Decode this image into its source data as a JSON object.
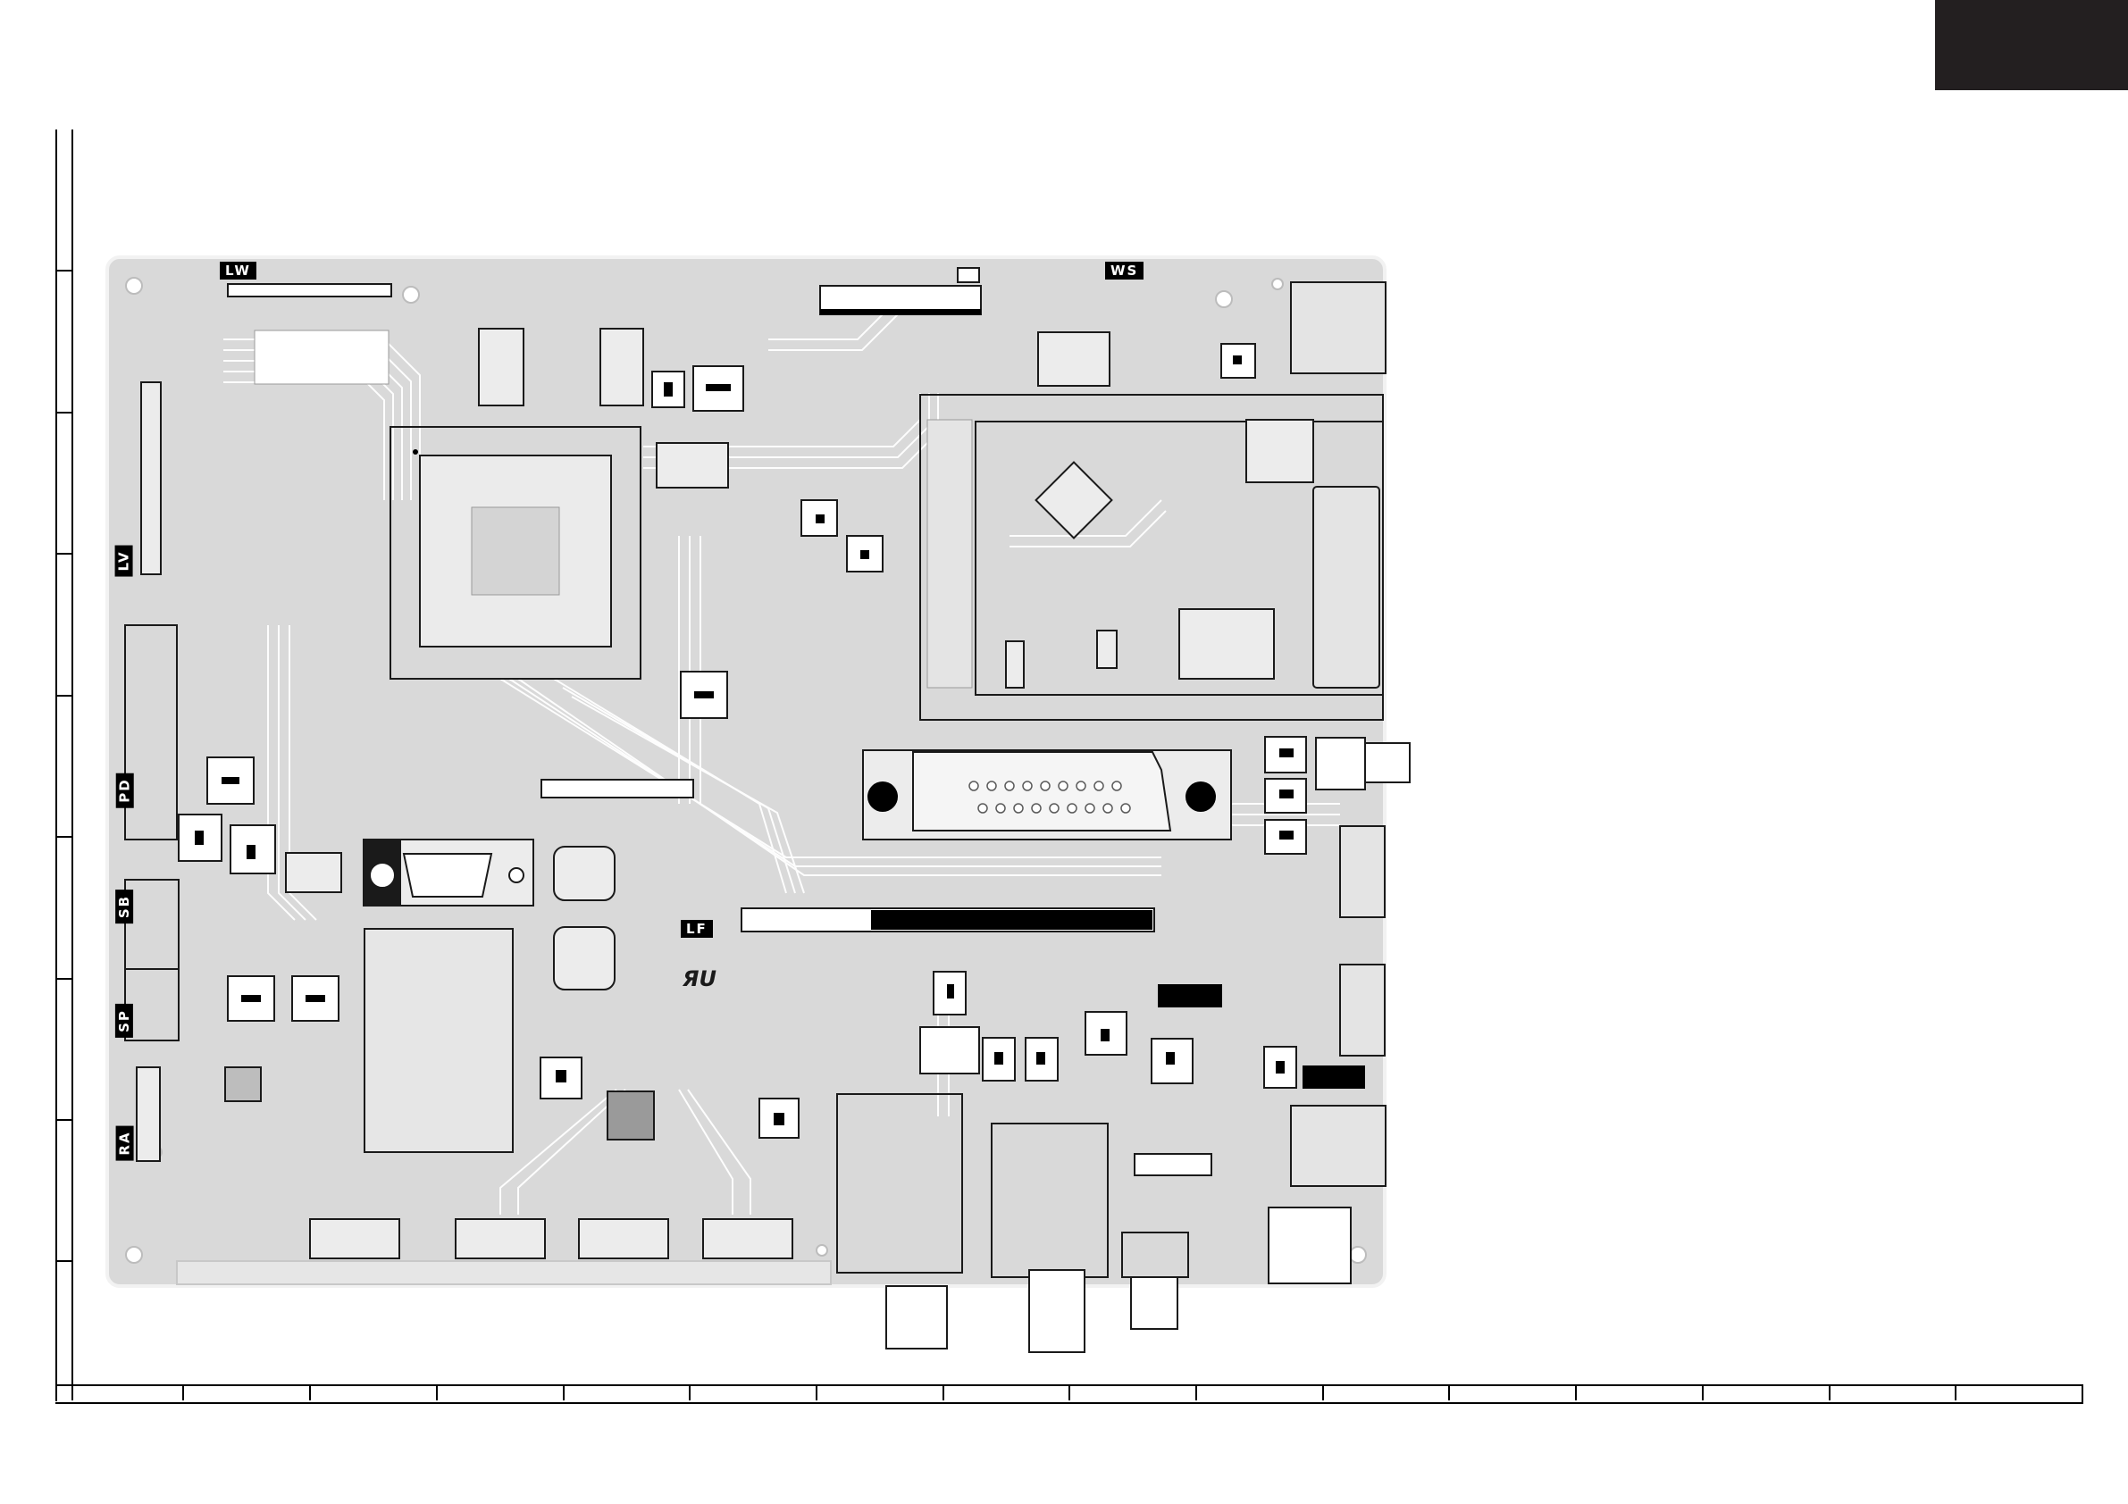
{
  "diagram": {
    "board_labels": {
      "lw": "LW",
      "ws": "WS",
      "lv": "LV",
      "pd": "PD",
      "sb": "SB",
      "sp": "SP",
      "ra": "RA",
      "lf": "LF"
    },
    "colors": {
      "board_fill": "#d9d9d9",
      "board_edge": "#f4f4f4",
      "trace": "#ffffff",
      "outline": "#1a1a1a",
      "corner_block": "#231f20",
      "label_bg": "#000000"
    }
  }
}
